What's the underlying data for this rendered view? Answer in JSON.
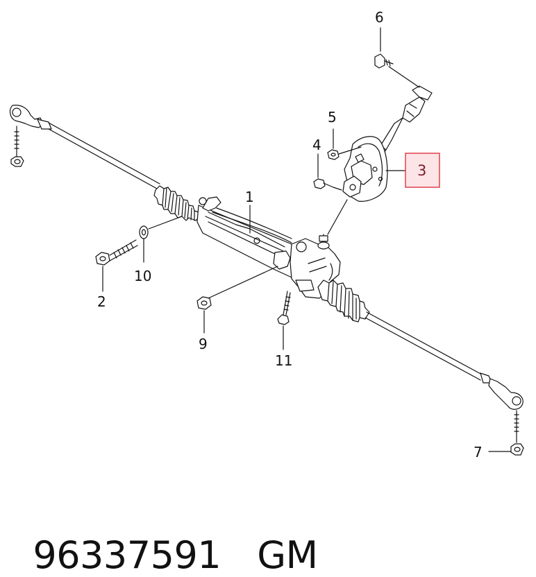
{
  "callouts": {
    "c1": "1",
    "c2": "2",
    "c3": "3",
    "c4": "4",
    "c5": "5",
    "c6": "6",
    "c7": "7",
    "c9": "9",
    "c10": "10",
    "c11": "11"
  },
  "highlight": {
    "callout": "3",
    "border_color": "#e0404a",
    "fill_color": "#fde4e6"
  },
  "footer": {
    "part_number": "96337591",
    "brand": "GM"
  }
}
